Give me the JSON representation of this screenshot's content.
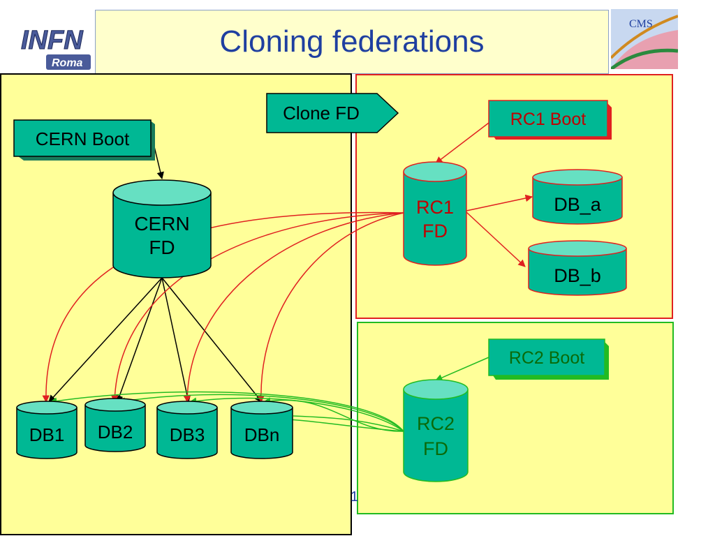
{
  "title": "Cloning federations",
  "logos": {
    "left": "INFN Roma",
    "right": "CMS"
  },
  "labels": {
    "clone_fd": "Clone FD",
    "cern_boot": "CERN Boot",
    "rc1_boot": "RC1 Boot",
    "rc2_boot": "RC2 Boot"
  },
  "nodes": {
    "cern_fd": [
      "CERN",
      "FD"
    ],
    "rc1_fd": [
      "RC1",
      "FD"
    ],
    "rc2_fd": [
      "RC2",
      "FD"
    ],
    "db_a": "DB_a",
    "db_b": "DB_b",
    "db1": "DB1",
    "db2": "DB2",
    "db3": "DB3",
    "dbn": "DBn"
  },
  "colors": {
    "panel_fill": "#ffff99",
    "cylinder_fill": "#00b894",
    "cylinder_top": "#66e0c2",
    "rc1_border": "#e02020",
    "rc2_border": "#22bb22",
    "title_text": "#1f3fa0"
  }
}
